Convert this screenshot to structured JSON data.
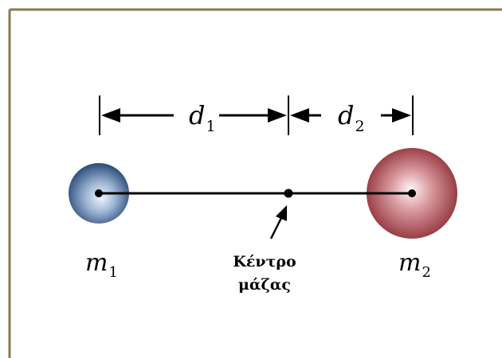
{
  "colors": {
    "frame": "#8a7a4e",
    "line": "#000000",
    "mass1_light": "#dbe6f3",
    "mass1_dark": "#2c4a78",
    "mass2_light": "#fbecec",
    "mass2_dark": "#8f2e36"
  },
  "labels": {
    "d1": {
      "main": "d",
      "sub": "1"
    },
    "d2": {
      "main": "d",
      "sub": "2"
    },
    "m1": {
      "main": "m",
      "sub": "1"
    },
    "m2": {
      "main": "m",
      "sub": "2"
    },
    "center_of_mass_line1": "Κέντρο",
    "center_of_mass_line2": "μάζας"
  }
}
